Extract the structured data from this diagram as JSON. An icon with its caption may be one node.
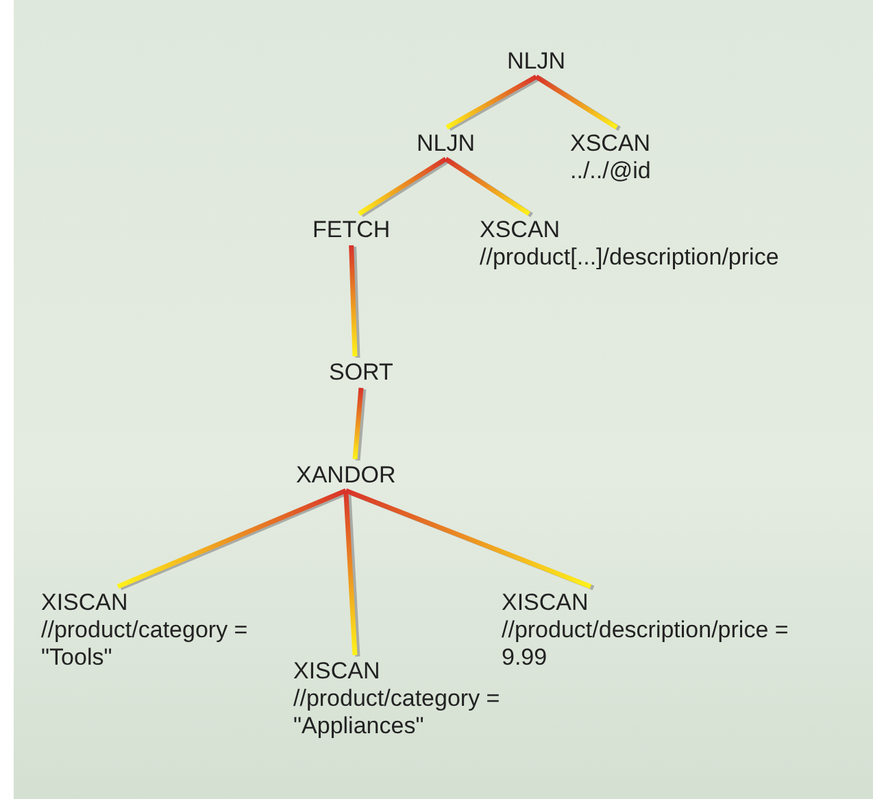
{
  "diagram": {
    "nodes": [
      {
        "text": [
          "NLJN"
        ]
      },
      {
        "text": [
          "NLJN"
        ]
      },
      {
        "text": [
          "XSCAN",
          "../../@id"
        ]
      },
      {
        "text": [
          "FETCH"
        ]
      },
      {
        "text": [
          "XSCAN",
          "//product[...]/description/price"
        ]
      },
      {
        "text": [
          "SORT"
        ]
      },
      {
        "text": [
          "XANDOR"
        ]
      },
      {
        "text": [
          "XISCAN",
          "//product/category = \"Tools\""
        ]
      },
      {
        "text": [
          "XISCAN",
          "//product/category = \"Appliances\""
        ]
      },
      {
        "text": [
          "XISCAN",
          "//product/description/price = 9.99"
        ]
      }
    ],
    "edges": [
      {
        "from": 0,
        "to": 1,
        "arrow": "none"
      },
      {
        "from": 0,
        "to": 2,
        "arrow": "none"
      },
      {
        "from": 1,
        "to": 3,
        "arrow": "none"
      },
      {
        "from": 1,
        "to": 4,
        "arrow": "none"
      },
      {
        "from": 3,
        "to": 5,
        "arrow": "none"
      },
      {
        "from": 5,
        "to": 6,
        "arrow": "none"
      },
      {
        "from": 6,
        "to": 7,
        "arrow": "none"
      },
      {
        "from": 6,
        "to": 8,
        "arrow": "none"
      },
      {
        "from": 6,
        "to": 9,
        "arrow": "none"
      }
    ]
  }
}
